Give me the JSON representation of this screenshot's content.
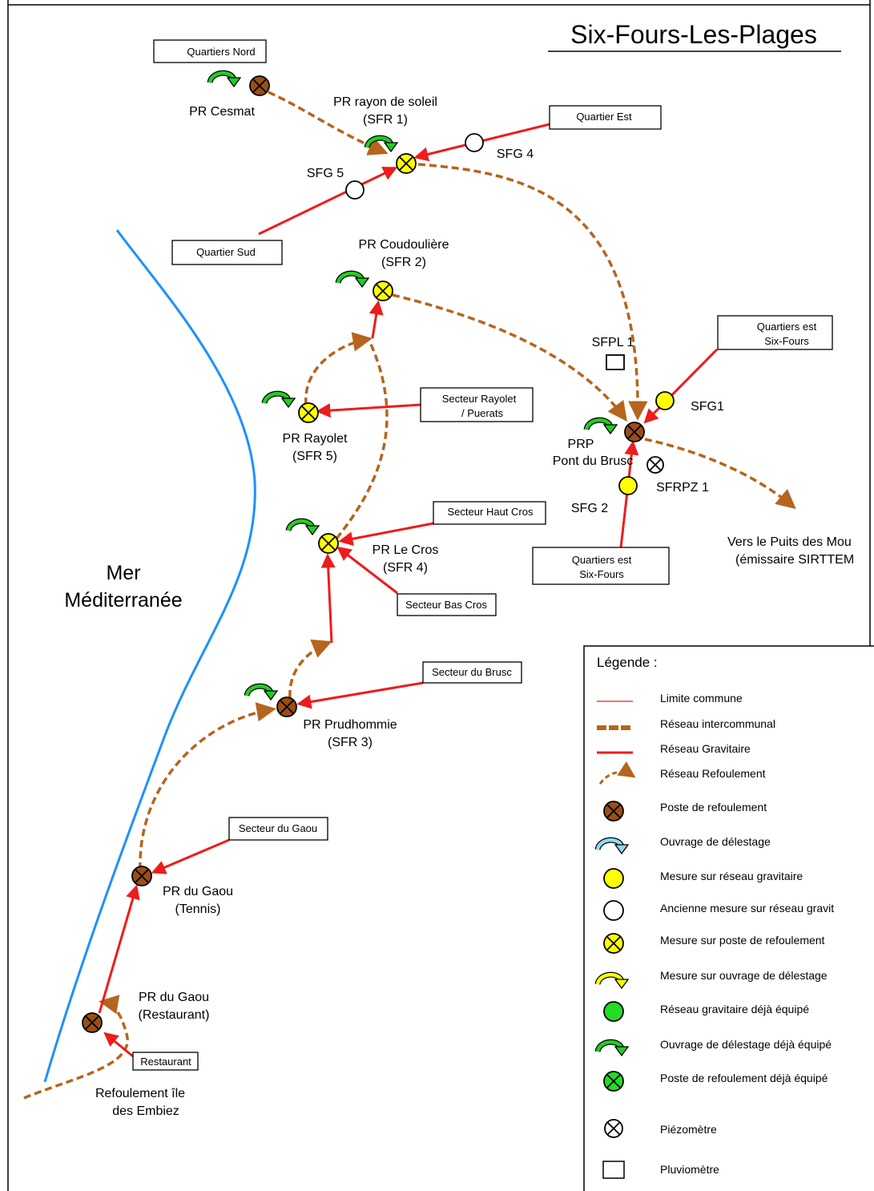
{
  "title": "Six-Fours-Les-Plages",
  "sea_label": [
    "Mer",
    "Méditerranée"
  ],
  "colors": {
    "gravitaire": "#ee1c1c",
    "intercommunal": "#b5651d",
    "coast": "#1e90ff",
    "poste": "#9a4e17",
    "mesure_gravitaire": "#ffff00",
    "deja_equipe": "#22dd22",
    "arrow_green": "#1eaa1e"
  },
  "stations": [
    {
      "id": "pr-cesmat",
      "label": [
        "PR Cesmat"
      ]
    },
    {
      "id": "sfr1",
      "label": [
        "PR rayon de soleil",
        "(SFR 1)"
      ]
    },
    {
      "id": "sfr2",
      "label": [
        "PR  Coudoulière",
        "(SFR 2)"
      ]
    },
    {
      "id": "sfr5",
      "label": [
        "PR Rayolet",
        "(SFR 5)"
      ]
    },
    {
      "id": "sfr4",
      "label": [
        "PR Le Cros",
        "(SFR 4)"
      ]
    },
    {
      "id": "sfr3",
      "label": [
        "PR Prudhommie",
        "(SFR 3)"
      ]
    },
    {
      "id": "gaou-tennis",
      "label": [
        "PR du Gaou",
        "(Tennis)"
      ]
    },
    {
      "id": "gaou-restaurant",
      "label": [
        "PR du Gaou",
        "(Restaurant)"
      ]
    },
    {
      "id": "prp",
      "label": [
        "PRP",
        "Pont du Brusc"
      ]
    }
  ],
  "measures": {
    "sfg4": "SFG 4",
    "sfg5": "SFG 5",
    "sfg1": "SFG1",
    "sfg2": "SFG 2",
    "sfpl1": "SFPL 1",
    "sfrpz1": "SFRPZ 1"
  },
  "sectors": {
    "quartiers_nord": "Quartiers Nord",
    "quartier_est": "Quartier Est",
    "quartier_sud": "Quartier Sud",
    "quartiers_est_top": [
      "Quartiers est",
      "Six-Fours"
    ],
    "secteur_rayolet": [
      "Secteur Rayolet",
      "/ Puerats"
    ],
    "secteur_haut_cros": "Secteur Haut Cros",
    "secteur_bas_cros": "Secteur Bas Cros",
    "quartiers_est_bottom": [
      "Quartiers est",
      "Six-Fours"
    ],
    "secteur_brusc": "Secteur du Brusc",
    "secteur_gaou": "Secteur du Gaou",
    "restaurant": "Restaurant"
  },
  "vers_puits": [
    "Vers le Puits des Mou",
    "(émissaire SIRTTEM"
  ],
  "refoulement_ile": [
    "Refoulement île",
    "des Embiez"
  ],
  "legend": {
    "title": "Légende :",
    "items": [
      {
        "icon": "limite-commune-line-icon",
        "label": "Limite commune"
      },
      {
        "icon": "reseau-intercommunal-line-icon",
        "label": "Réseau intercommunal"
      },
      {
        "icon": "reseau-gravitaire-line-icon",
        "label": "Réseau Gravitaire"
      },
      {
        "icon": "reseau-refoulement-arrow-icon",
        "label": "Réseau Refoulement"
      },
      {
        "icon": "poste-refoulement-icon",
        "label": "Poste de refoulement"
      },
      {
        "icon": "ouvrage-delestage-icon",
        "label": "Ouvrage de délestage"
      },
      {
        "icon": "mesure-gravitaire-icon",
        "label": "Mesure sur réseau gravitaire"
      },
      {
        "icon": "ancienne-mesure-icon",
        "label": "Ancienne mesure sur réseau gravit"
      },
      {
        "icon": "mesure-poste-icon",
        "label": "Mesure sur poste de refoulement"
      },
      {
        "icon": "mesure-ouvrage-icon",
        "label": "Mesure sur ouvrage de délestage"
      },
      {
        "icon": "gravitaire-equipe-icon",
        "label": "Réseau gravitaire déjà équipé"
      },
      {
        "icon": "ouvrage-equipe-icon",
        "label": "Ouvrage de délestage déjà équipé"
      },
      {
        "icon": "poste-equipe-icon",
        "label": "Poste de refoulement déjà équipé"
      },
      {
        "icon": "piezometre-icon",
        "label": "Piézomètre"
      },
      {
        "icon": "pluviometre-icon",
        "label": "Pluviomètre"
      }
    ]
  }
}
